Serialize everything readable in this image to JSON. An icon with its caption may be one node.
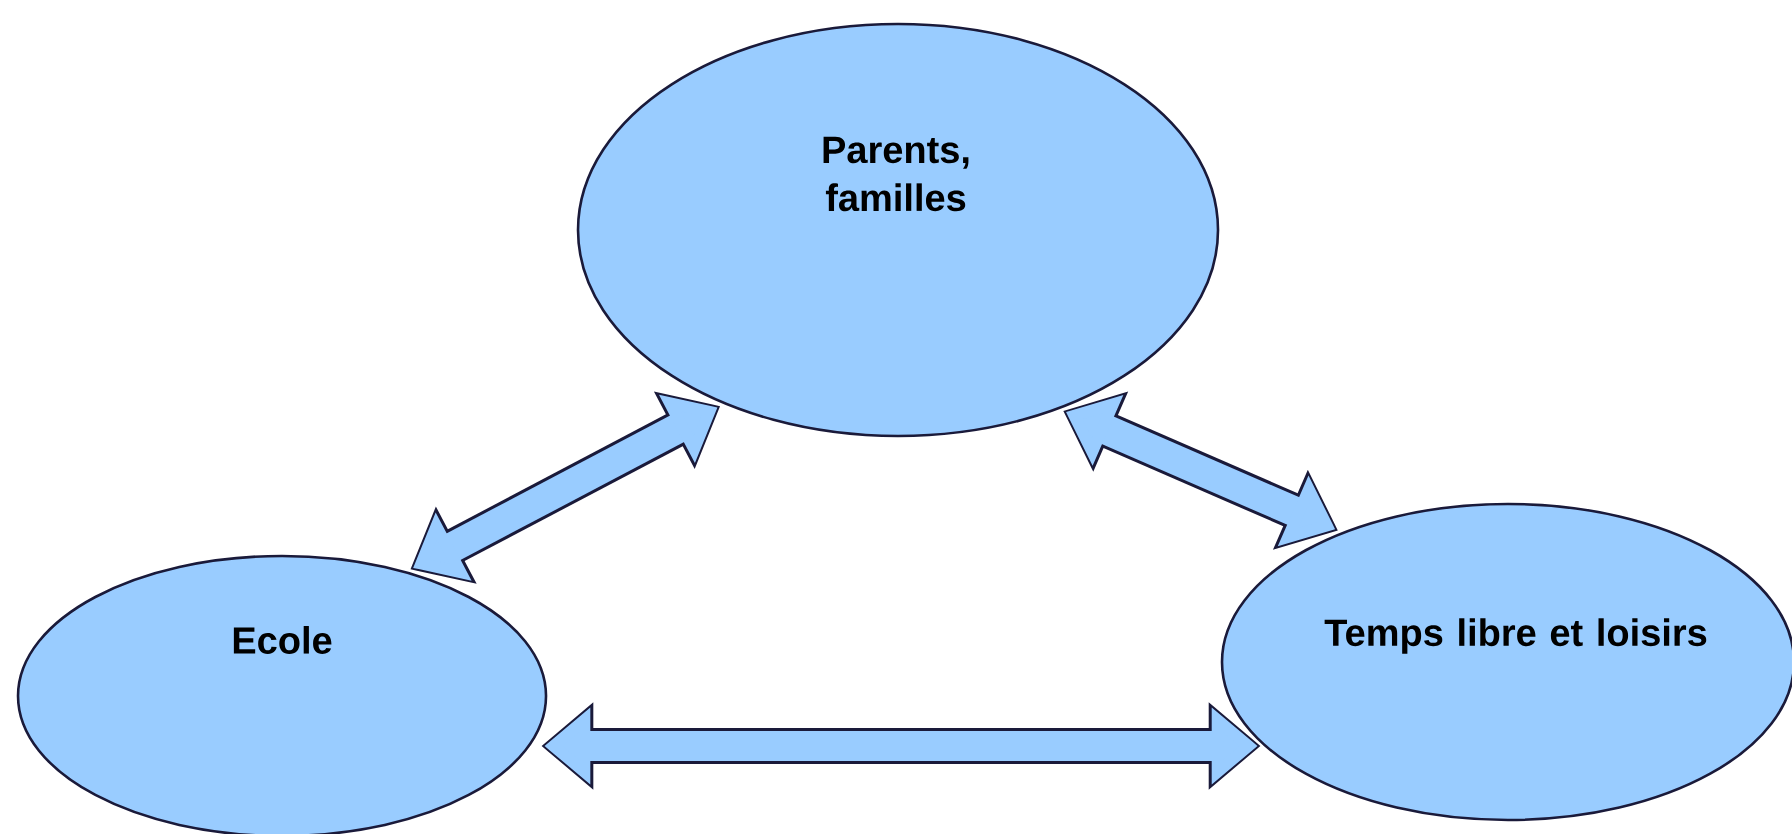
{
  "diagram": {
    "nodes": [
      {
        "text": [
          "Parents, familles"
        ]
      },
      {
        "text": [
          "Ecole"
        ]
      },
      {
        "text": [
          "Temps libre et loisirs"
        ]
      }
    ],
    "edges": [
      {
        "from": 0,
        "to": 1,
        "arrow": "both"
      },
      {
        "from": 0,
        "to": 2,
        "arrow": "both"
      },
      {
        "from": 1,
        "to": 2,
        "arrow": "both"
      }
    ]
  }
}
